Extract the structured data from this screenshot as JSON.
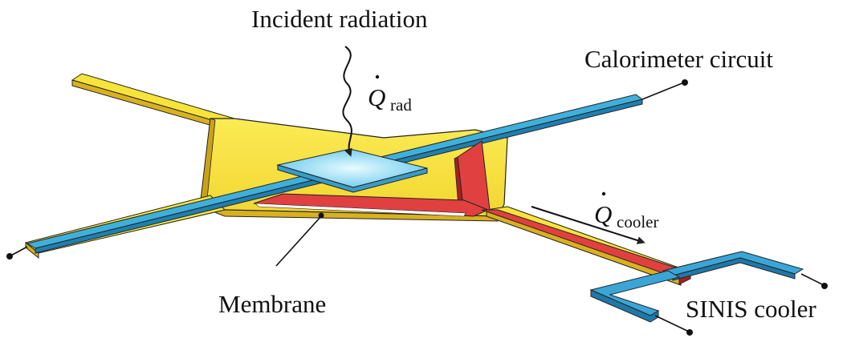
{
  "labels": {
    "incident_radiation": "Incident radiation",
    "calorimeter_circuit": "Calorimeter circuit",
    "membrane": "Membrane",
    "sinis_cooler": "SINIS cooler",
    "q_symbol": "Q",
    "q_rad_subscript": "rad",
    "q_cooler_subscript": "cooler"
  },
  "colors": {
    "membrane_top": "#f7e43a",
    "membrane_side": "#e0b820",
    "membrane_dark": "#c9a21a",
    "calorimeter_top": "#3fb0dc",
    "calorimeter_side": "#1f7fb0",
    "absorber": "#7fd6f2",
    "absorber_side": "#3a9cc8",
    "cooler_lead": "#e04040",
    "cooler_lead_side": "#a82020",
    "sinis_top": "#3aa6d8",
    "sinis_side": "#1f78a8",
    "outline": "#222222"
  }
}
